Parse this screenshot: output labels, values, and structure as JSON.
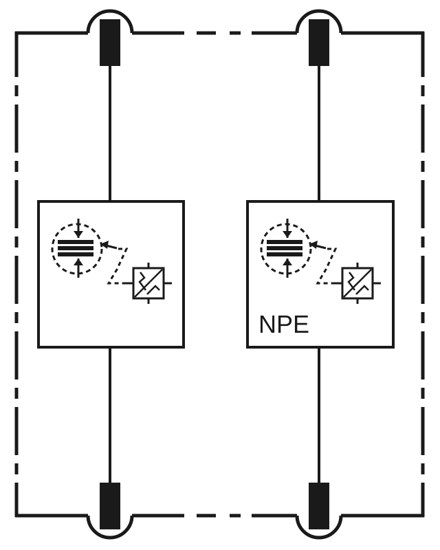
{
  "diagram": {
    "description": "",
    "modules": [
      {
        "id": "left",
        "label": ""
      },
      {
        "id": "right",
        "label": "NPE"
      }
    ],
    "colors": {
      "line": "#1a1a1a",
      "background": "#ffffff"
    },
    "icons": [
      "varistor-icon",
      "thermal-disconnect-icon",
      "spark-gap-icon"
    ]
  }
}
